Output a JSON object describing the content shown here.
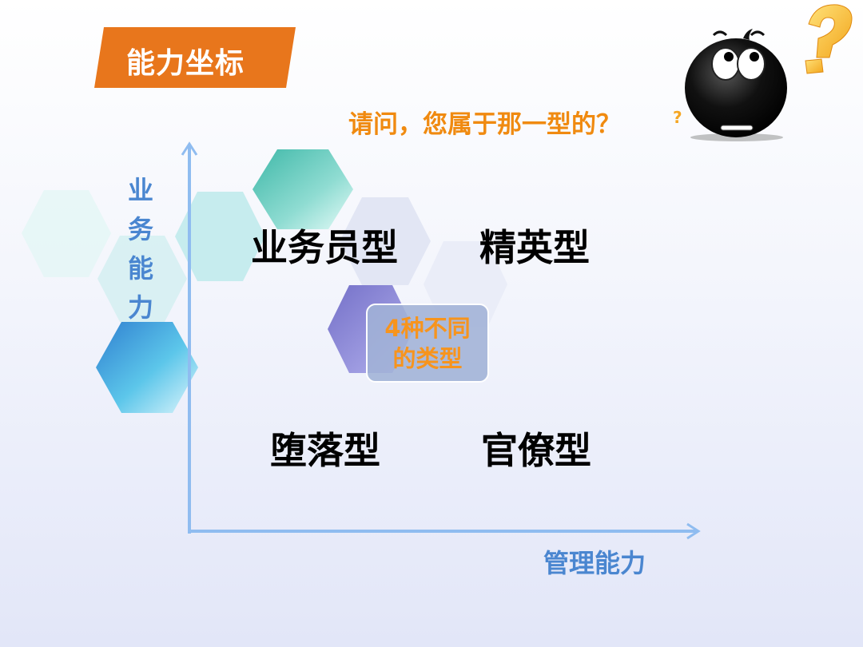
{
  "slide": {
    "title": "能力坐标",
    "question": "请问，您属于那一型的？",
    "y_axis_label": [
      "业",
      "务",
      "能",
      "力"
    ],
    "x_axis_label": "管理能力",
    "quadrants": {
      "top_left": "业务员型",
      "top_right": "精英型",
      "bottom_left": "堕落型",
      "bottom_right": "官僚型"
    },
    "center_label": [
      "4种不同",
      "的类型"
    ]
  },
  "colors": {
    "title_banner": "#e8761c",
    "question_text": "#f08a10",
    "axis": "#8fbcf0",
    "axis_label": "#4a86d0",
    "center_text": "#f7941d"
  }
}
